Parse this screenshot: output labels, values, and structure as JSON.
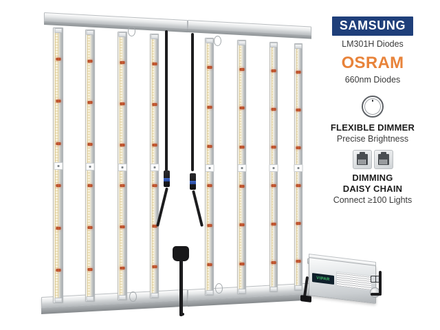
{
  "product": {
    "type": "led-grow-light-bar-fixture",
    "bar_count": 8,
    "frame_sections": 2
  },
  "features": [
    {
      "id": "samsung",
      "badge_text": "SAMSUNG",
      "subtitle": "LM301H Diodes",
      "badge_color": "#1f3f7a",
      "icon": "samsung-wordmark"
    },
    {
      "id": "osram",
      "badge_text": "OSRAM",
      "subtitle": "660nm Diodes",
      "badge_color": "#e8833a",
      "icon": "osram-wordmark"
    },
    {
      "id": "dimmer",
      "title": "FLEXIBLE DIMMER",
      "subtitle": "Precise Brightness",
      "icon": "dimmer-knob-icon"
    },
    {
      "id": "daisy-chain",
      "title_line1": "DIMMING",
      "title_line2": "DAISY CHAIN",
      "subtitle": "Connect ≥100 Lights",
      "icon": "rj45-port-icon"
    }
  ],
  "driver": {
    "brand_label": "VIPAR",
    "name": "led-driver-power-supply",
    "has_dimmer_knob": true,
    "has_rj45_ports": true
  },
  "colors": {
    "background": "#ffffff",
    "aluminum": "#d6dadd",
    "led_warm_white": "#f6efd6",
    "led_red": "#b34a28",
    "cable": "#1c1c1e",
    "connector_ring": "#2f55ad",
    "samsung_blue": "#1f3f7a",
    "osram_orange": "#e8833a"
  }
}
